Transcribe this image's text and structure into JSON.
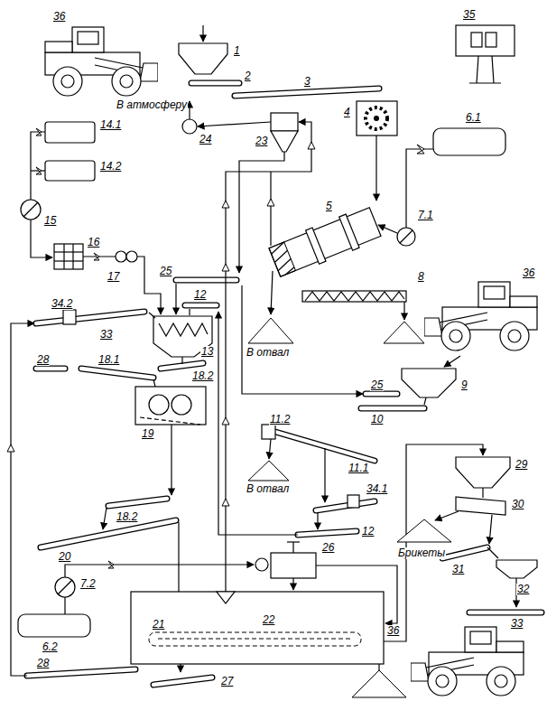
{
  "diagram": {
    "labels": [
      "36",
      "1",
      "35",
      "В атмосферу",
      "2",
      "3",
      "24",
      "14.1",
      "4",
      "6.1",
      "23",
      "14.2",
      "7.1",
      "5",
      "15",
      "16",
      "8",
      "25",
      "36",
      "17",
      "12",
      "34.2",
      "33",
      "13",
      "В отвал",
      "28",
      "18.1",
      "18.2",
      "9",
      "25",
      "10",
      "19",
      "11.2",
      "29",
      "11.1",
      "В отвал",
      "34.1",
      "30",
      "18.2",
      "12",
      "26",
      "20",
      "31",
      "7.2",
      "32",
      "Брикеты",
      "6.2",
      "33",
      "21",
      "22",
      "36",
      "28",
      "27"
    ]
  }
}
